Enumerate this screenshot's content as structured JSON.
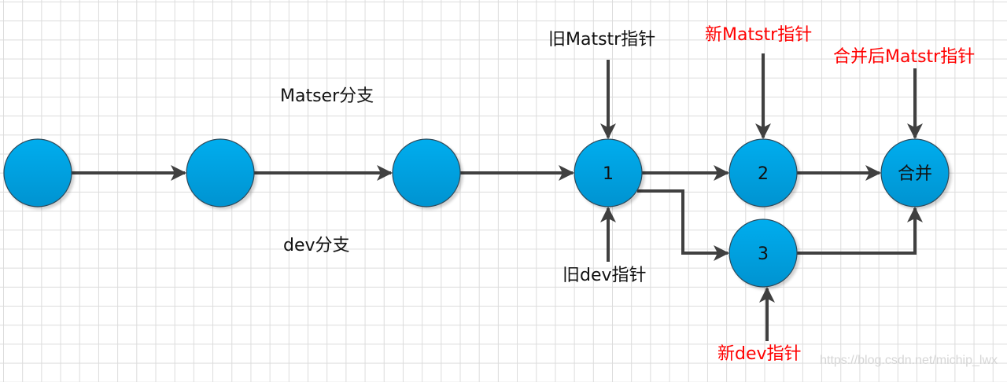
{
  "diagram": {
    "title": "Git branch merge diagram",
    "colors": {
      "node_fill_top": "#00adee",
      "node_fill_bottom": "#0093d0",
      "node_stroke": "#2f4a5a",
      "arrow": "#404040",
      "label_black": "#111111",
      "label_red": "#ff0000",
      "grid": "#dcdcdc"
    },
    "branch_labels": {
      "master": "Matser分支",
      "dev": "dev分支"
    },
    "nodes": [
      {
        "id": "a",
        "label": ""
      },
      {
        "id": "b",
        "label": ""
      },
      {
        "id": "c",
        "label": ""
      },
      {
        "id": "n1",
        "label": "1"
      },
      {
        "id": "n2",
        "label": "2"
      },
      {
        "id": "merge",
        "label": "合并"
      },
      {
        "id": "n3",
        "label": "3"
      }
    ],
    "edges": [
      {
        "from": "a",
        "to": "b"
      },
      {
        "from": "b",
        "to": "c"
      },
      {
        "from": "c",
        "to": "n1"
      },
      {
        "from": "n1",
        "to": "n2"
      },
      {
        "from": "n2",
        "to": "merge"
      },
      {
        "from": "n1",
        "to": "n3"
      },
      {
        "from": "n3",
        "to": "merge"
      }
    ],
    "pointers": {
      "old_master": {
        "label": "旧Matstr指针",
        "target": "n1",
        "color": "black"
      },
      "new_master": {
        "label": "新Matstr指针",
        "target": "n2",
        "color": "red"
      },
      "merged_master": {
        "label": "合并后Matstr指针",
        "target": "merge",
        "color": "red"
      },
      "old_dev": {
        "label": "旧dev指针",
        "target": "n1",
        "color": "black"
      },
      "new_dev": {
        "label": "新dev指针",
        "target": "n3",
        "color": "red"
      }
    },
    "watermark": "https://blog.csdn.net/michip_lwx"
  }
}
